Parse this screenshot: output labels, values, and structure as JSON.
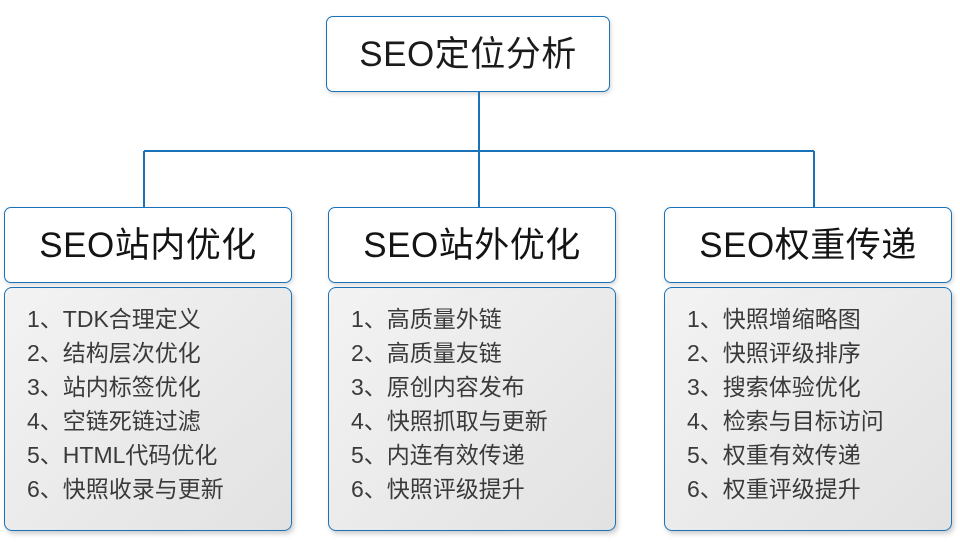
{
  "diagram": {
    "root": {
      "label": "SEO定位分析"
    },
    "connector_color": "#1a72b8",
    "columns": [
      {
        "header": "SEO站内优化",
        "items": [
          {
            "index": "1、",
            "label": "TDK合理定义"
          },
          {
            "index": "2、",
            "label": "结构层次优化"
          },
          {
            "index": "3、",
            "label": "站内标签优化"
          },
          {
            "index": "4、",
            "label": "空链死链过滤"
          },
          {
            "index": "5、",
            "label": "HTML代码优化"
          },
          {
            "index": "6、",
            "label": "快照收录与更新"
          }
        ]
      },
      {
        "header": "SEO站外优化",
        "items": [
          {
            "index": "1、",
            "label": "高质量外链"
          },
          {
            "index": "2、",
            "label": "高质量友链"
          },
          {
            "index": "3、",
            "label": "原创内容发布"
          },
          {
            "index": "4、",
            "label": "快照抓取与更新"
          },
          {
            "index": "5、",
            "label": "内连有效传递"
          },
          {
            "index": "6、",
            "label": "快照评级提升"
          }
        ]
      },
      {
        "header": "SEO权重传递",
        "items": [
          {
            "index": "1、",
            "label": "快照增缩略图"
          },
          {
            "index": "2、",
            "label": "快照评级排序"
          },
          {
            "index": "3、",
            "label": "搜索体验优化"
          },
          {
            "index": "4、",
            "label": "检索与目标访问"
          },
          {
            "index": "5、",
            "label": "权重有效传递"
          },
          {
            "index": "6、",
            "label": "权重评级提升"
          }
        ]
      }
    ]
  }
}
